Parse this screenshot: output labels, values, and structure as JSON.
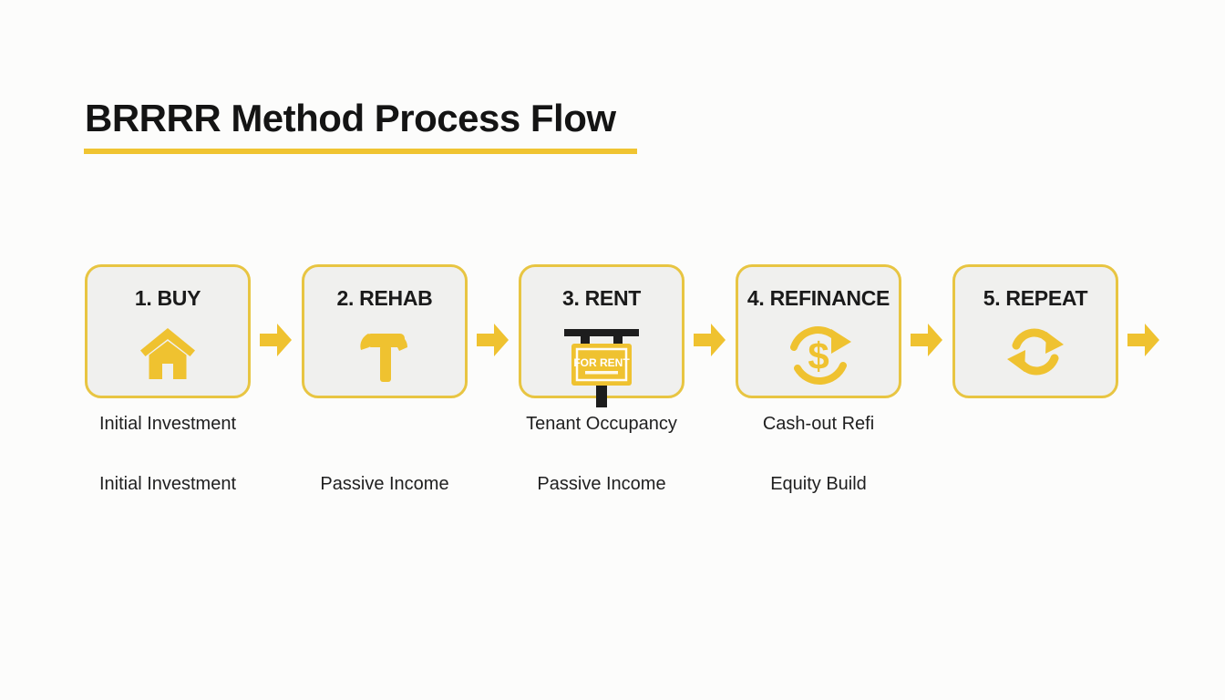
{
  "page": {
    "title": "BRRRR Method Process Flow"
  },
  "steps": [
    {
      "label": "1. BUY",
      "icon": "house-icon",
      "annotation_top": "Initial Investment",
      "annotation_bottom": "Initial Investment"
    },
    {
      "label": "2. REHAB",
      "icon": "hammer-icon",
      "annotation_top": "",
      "annotation_bottom": "Passive Income"
    },
    {
      "label": "3. RENT",
      "icon": "for-rent-sign-icon",
      "sign_text": "FOR RENT",
      "annotation_top": "Tenant Occupancy",
      "annotation_bottom": "Passive Income"
    },
    {
      "label": "4. REFINANCE",
      "icon": "dollar-cycle-icon",
      "icon_glyph": "$",
      "annotation_top": "Cash-out Refi",
      "annotation_bottom": "Equity Build"
    },
    {
      "label": "5. REPEAT",
      "icon": "repeat-icon",
      "annotation_top": "",
      "annotation_bottom": ""
    }
  ],
  "colors": {
    "accent_yellow": "#EFC230",
    "box_border_yellow": "#E8C542",
    "box_fill_gray": "#F0F0EE",
    "sign_black": "#1D1D1D",
    "background": "#FCFCFB",
    "text_black": "#1A1A1A"
  }
}
